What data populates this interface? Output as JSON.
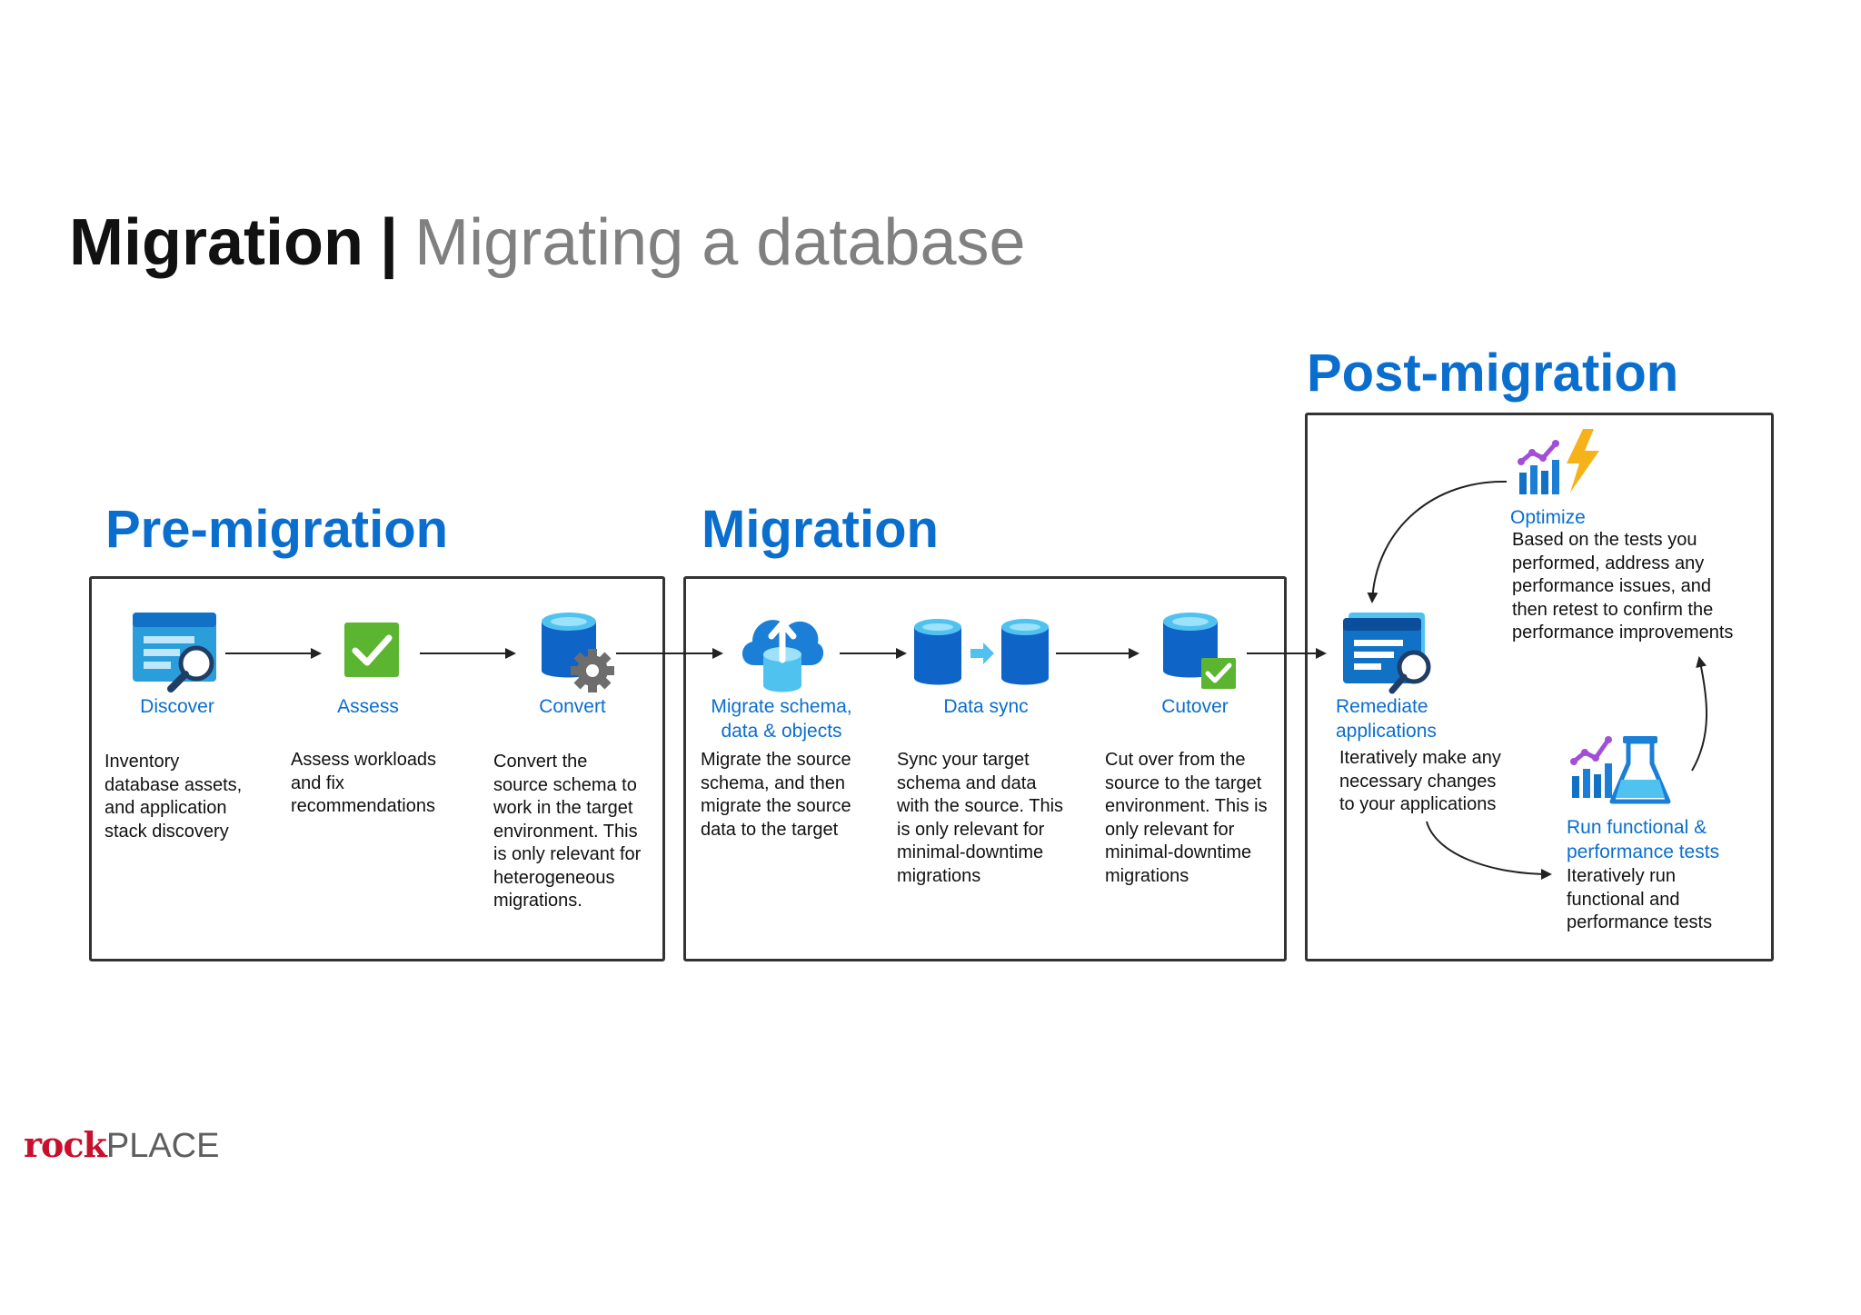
{
  "title": {
    "main": "Migration",
    "separator": "|",
    "sub": "Migrating a database"
  },
  "sections": {
    "pre": "Pre-migration",
    "mig": "Migration",
    "post": "Post-migration"
  },
  "steps": {
    "discover": {
      "label": "Discover",
      "desc": [
        "Inventory",
        "database assets,",
        "and application",
        "stack discovery"
      ],
      "icon": "discover-icon"
    },
    "assess": {
      "label": "Assess",
      "desc": [
        "Assess workloads",
        "and fix",
        "recommendations"
      ],
      "icon": "checkmark-icon"
    },
    "convert": {
      "label": "Convert",
      "desc": [
        "Convert the",
        "source schema to",
        "work in the target",
        "environment. This",
        "is only relevant for",
        "heterogeneous",
        "migrations."
      ],
      "icon": "database-gear-icon"
    },
    "migrate_schema": {
      "label1": "Migrate schema,",
      "label2": "data & objects",
      "desc": [
        "Migrate the source",
        "schema, and then",
        "migrate the source",
        "data to the target"
      ],
      "icon": "cloud-upload-database-icon"
    },
    "data_sync": {
      "label": "Data sync",
      "desc": [
        "Sync your target",
        "schema and data",
        "with the source. This",
        "is only relevant for",
        "minimal-downtime",
        "migrations"
      ],
      "icon": "database-sync-icon"
    },
    "cutover": {
      "label": "Cutover",
      "desc": [
        "Cut over from the",
        "source to the target",
        "environment. This is",
        "only relevant for",
        "minimal-downtime",
        "migrations"
      ],
      "icon": "database-check-icon"
    },
    "remediate": {
      "label1": "Remediate",
      "label2": "applications",
      "desc": [
        "Iteratively make any",
        "necessary changes",
        "to your applications"
      ],
      "icon": "application-search-icon"
    },
    "optimize": {
      "label": "Optimize",
      "desc": [
        "Based on the tests you",
        "performed, address any",
        "performance issues, and",
        "then retest to confirm the",
        "performance improvements"
      ],
      "icon": "chart-lightning-icon"
    },
    "tests": {
      "label1": "Run functional &",
      "label2": "performance tests",
      "desc": [
        "Iteratively run",
        "functional and",
        "performance tests"
      ],
      "icon": "chart-flask-icon"
    }
  },
  "logo": {
    "bold": "rock",
    "light": "PLACE"
  },
  "colors": {
    "accent": "#0a6ecf",
    "subtitle": "#808080",
    "logo_red": "#c8102e"
  }
}
